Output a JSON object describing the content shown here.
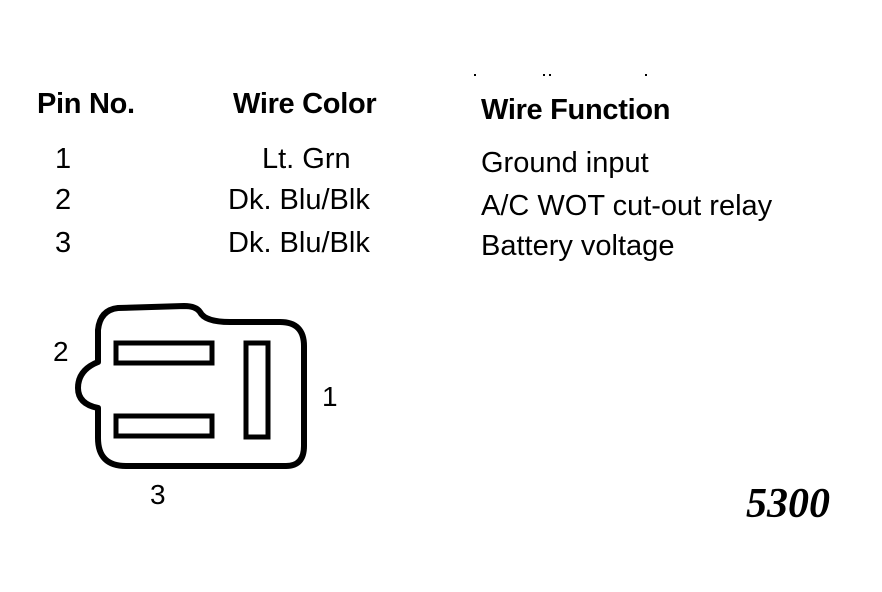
{
  "table": {
    "headers": {
      "pin": "Pin No.",
      "color": "Wire Color",
      "function": "Wire Function"
    },
    "rows": [
      {
        "pin": "1",
        "color": "Lt. Grn",
        "function": "Ground input"
      },
      {
        "pin": "2",
        "color": "Dk. Blu/Blk",
        "function": "A/C WOT cut-out relay"
      },
      {
        "pin": "3",
        "color": "Dk. Blu/Blk",
        "function": "Battery voltage"
      }
    ]
  },
  "connector": {
    "pin_labels": {
      "p1": "1",
      "p2": "2",
      "p3": "3"
    }
  },
  "figure_number": "5300"
}
